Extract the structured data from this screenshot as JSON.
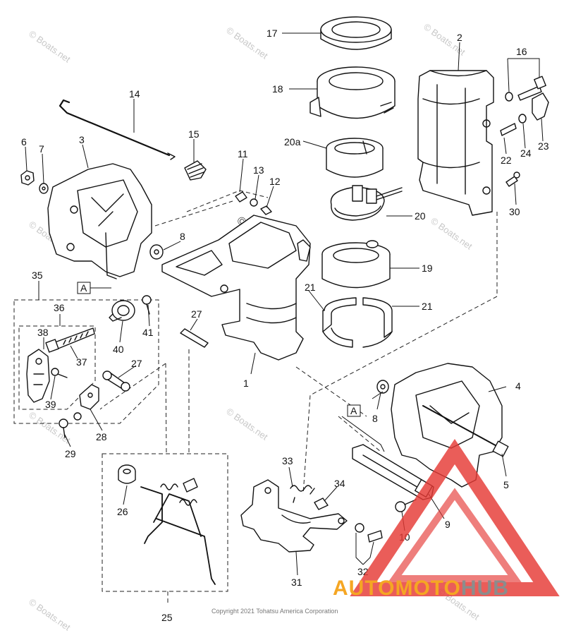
{
  "labels": {
    "p1": "1",
    "p2": "2",
    "p3": "3",
    "p4": "4",
    "p5": "5",
    "p6": "6",
    "p7": "7",
    "p8a": "8",
    "p8b": "8",
    "p9": "9",
    "p10": "10",
    "p11": "11",
    "p12": "12",
    "p13": "13",
    "p14": "14",
    "p15": "15",
    "p16": "16",
    "p17": "17",
    "p18": "18",
    "p19": "19",
    "p20": "20",
    "p20a": "20a",
    "p21a": "21",
    "p21b": "21",
    "p22": "22",
    "p23": "23",
    "p24": "24",
    "p25": "25",
    "p26": "26",
    "p27a": "27",
    "p27b": "27",
    "p28": "28",
    "p29": "29",
    "p30": "30",
    "p31": "31",
    "p32": "32",
    "p33": "33",
    "p34": "34",
    "p35": "35",
    "p36": "36",
    "p37": "37",
    "p38": "38",
    "p39": "39",
    "p40": "40",
    "p41": "41",
    "refA1": "A",
    "refA2": "A"
  },
  "watermark": {
    "text": "© Boats.net",
    "center_text": "© Boats.net"
  },
  "copyright": "Copyright 2021 Tohatsu America Corporation",
  "brand": {
    "auto": "AUTO",
    "moto": "MOTO",
    "hub": "HUB",
    "orange": "#f5a623",
    "gray": "#8c8c8c",
    "red": "#e53935"
  }
}
